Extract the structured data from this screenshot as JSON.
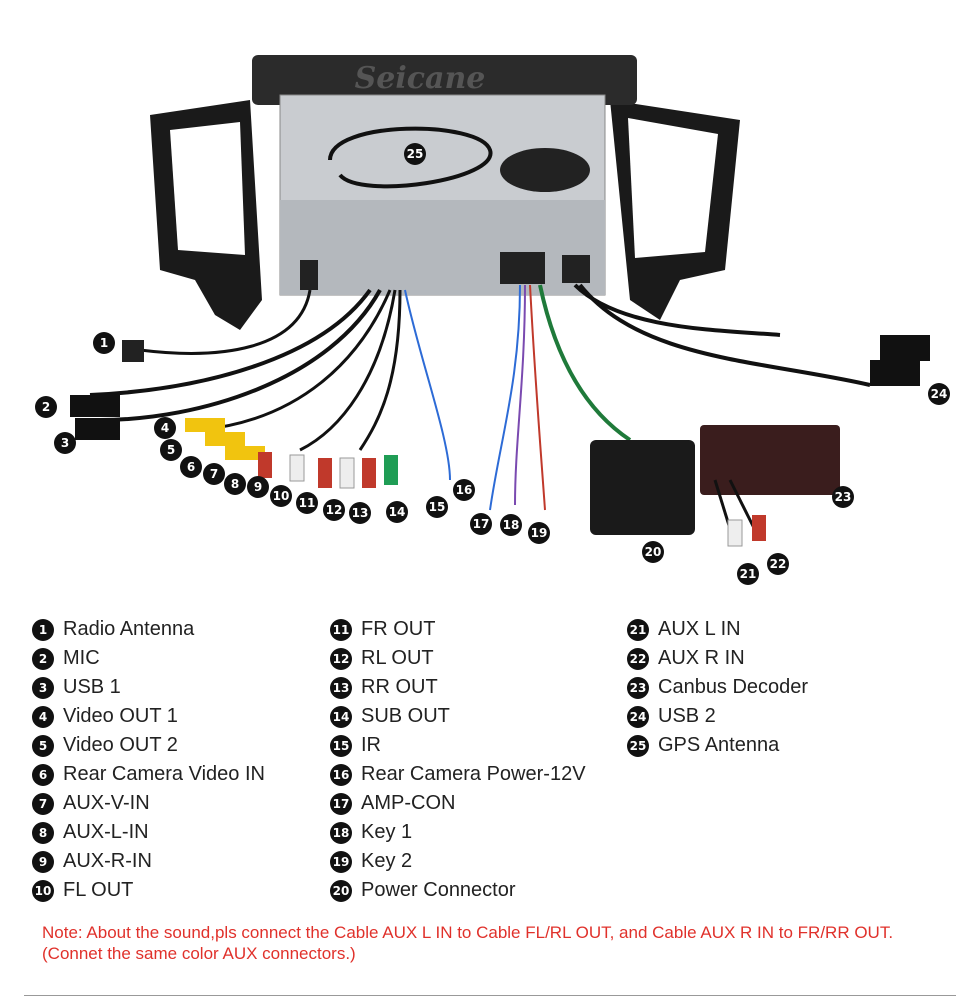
{
  "brand": "Seicane",
  "callouts": [
    "1",
    "2",
    "3",
    "4",
    "5",
    "6",
    "7",
    "8",
    "9",
    "10",
    "11",
    "12",
    "13",
    "14",
    "15",
    "16",
    "17",
    "18",
    "19",
    "20",
    "21",
    "22",
    "23",
    "24",
    "25"
  ],
  "legend": [
    {
      "num": "1",
      "label": "Radio Antenna"
    },
    {
      "num": "2",
      "label": "MIC"
    },
    {
      "num": "3",
      "label": "USB 1"
    },
    {
      "num": "4",
      "label": "Video OUT 1"
    },
    {
      "num": "5",
      "label": "Video OUT 2"
    },
    {
      "num": "6",
      "label": "Rear Camera Video IN"
    },
    {
      "num": "7",
      "label": "AUX-V-IN"
    },
    {
      "num": "8",
      "label": "AUX-L-IN"
    },
    {
      "num": "9",
      "label": "AUX-R-IN"
    },
    {
      "num": "10",
      "label": "FL OUT"
    },
    {
      "num": "11",
      "label": "FR OUT"
    },
    {
      "num": "12",
      "label": "RL OUT"
    },
    {
      "num": "13",
      "label": "RR OUT"
    },
    {
      "num": "14",
      "label": "SUB OUT"
    },
    {
      "num": "15",
      "label": "IR"
    },
    {
      "num": "16",
      "label": "Rear Camera Power-12V"
    },
    {
      "num": "17",
      "label": "AMP-CON"
    },
    {
      "num": "18",
      "label": "Key 1"
    },
    {
      "num": "19",
      "label": "Key 2"
    },
    {
      "num": "20",
      "label": "Power Connector"
    },
    {
      "num": "21",
      "label": "AUX L IN"
    },
    {
      "num": "22",
      "label": "AUX R IN"
    },
    {
      "num": "23",
      "label": "Canbus Decoder"
    },
    {
      "num": "24",
      "label": "USB 2"
    },
    {
      "num": "25",
      "label": "GPS Antenna"
    }
  ],
  "note": "Note: About the sound,pls connect the Cable AUX L IN to Cable FL/RL OUT, and Cable AUX R IN to FR/RR OUT.(Connet the same color AUX connectors.)"
}
